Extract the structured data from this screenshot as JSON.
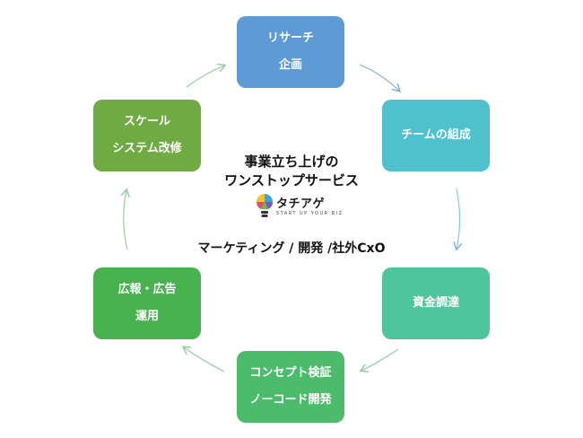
{
  "nodes": {
    "research": [
      "リサーチ",
      "企画"
    ],
    "team": [
      "チームの組成"
    ],
    "fund": [
      "資金調達"
    ],
    "concept": [
      "コンセプト検証",
      "ノーコード開発"
    ],
    "pr": [
      "広報・広告",
      "運用"
    ],
    "system": [
      "スケール",
      "システム改修"
    ]
  },
  "center": {
    "title_line1": "事業立ち上げの",
    "title_line2": "ワンストップサービス",
    "logo_text": "タチアゲ",
    "logo_sub": "START UP YOUR BIZ",
    "services": "マーケティング / 開発 /社外CxO"
  },
  "colors": {
    "research": "#5e9bd6",
    "team": "#4fc1cc",
    "fund": "#4fc59e",
    "concept": "#4cbb6c",
    "pr": "#48b24f",
    "system": "#70aa42"
  }
}
